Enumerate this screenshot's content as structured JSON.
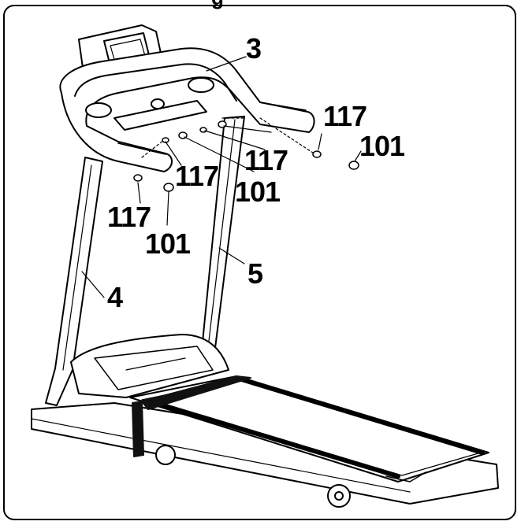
{
  "header_fragment": "g",
  "callouts": {
    "part_3": "3",
    "part_4": "4",
    "part_5": "5",
    "washer_a": "117",
    "washer_b": "117",
    "washer_c": "117",
    "washer_d": "117",
    "bolt_a": "101",
    "bolt_b": "101",
    "bolt_c": "101"
  },
  "colors": {
    "line": "#000000",
    "background": "#ffffff",
    "belt_strap": "#111111"
  }
}
